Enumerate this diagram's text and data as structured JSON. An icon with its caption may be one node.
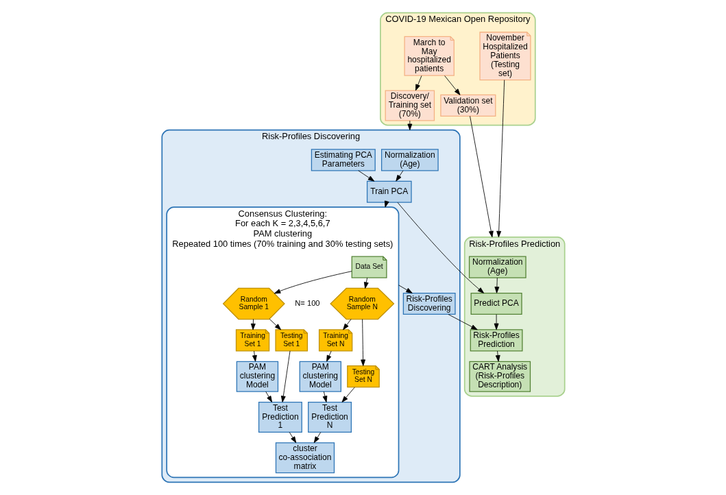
{
  "diagram": {
    "nodes": [
      {
        "text": [
          "COVID-19 Mexican Open Repository"
        ]
      },
      {
        "text": [
          "March to May hospitalized patients"
        ],
        "in": 0
      },
      {
        "text": [
          "Discovery/ Training set (70%)"
        ],
        "in": 0
      },
      {
        "text": [
          "Validation set (30%)"
        ],
        "in": 0
      },
      {
        "text": [
          "November Hospitalized Patients (Testing set)"
        ],
        "in": 0
      },
      {
        "text": [
          "Risk-Profiles Discovering"
        ]
      },
      {
        "text": [
          "Normalization (Age)"
        ],
        "in": 5
      },
      {
        "text": [
          "Estimating PCA Parameters"
        ],
        "in": 5
      },
      {
        "text": [
          "Train PCA"
        ],
        "in": 5
      },
      {
        "text": [
          "Consensus Clustering:",
          "For each K = 2,3,4,5,6,7",
          "PAM clustering",
          "Repeated 100 times (70% training and 30% testing sets)"
        ],
        "in": 5
      },
      {
        "text": [
          "Data Set"
        ],
        "in": 9
      },
      {
        "text": [
          "Random Sample 1"
        ],
        "in": 9
      },
      {
        "text": [
          "Random Sample N"
        ],
        "in": 9
      },
      {
        "text": [
          "Training Set 1"
        ],
        "in": 9
      },
      {
        "text": [
          "Testing Set 1"
        ],
        "in": 9
      },
      {
        "text": [
          "Training Set N"
        ],
        "in": 9
      },
      {
        "text": [
          "Testing Set N"
        ],
        "in": 9
      },
      {
        "text": [
          "PAM clustering Model"
        ],
        "in": 9
      },
      {
        "text": [
          "Test Prediction 1"
        ],
        "in": 9
      },
      {
        "text": [
          "PAM clustering Model"
        ],
        "in": 9
      },
      {
        "text": [
          "Test Prediction N"
        ],
        "in": 9
      },
      {
        "text": [
          "cluster co-association matrix"
        ],
        "in": 9
      },
      {
        "text": [
          "Risk-Profiles Discovering"
        ],
        "in": 5
      },
      {
        "text": [
          "Risk-Profiles Prediction"
        ]
      },
      {
        "text": [
          "Normalization (Age)"
        ],
        "in": 23
      },
      {
        "text": [
          "Predict PCA"
        ],
        "in": 23
      },
      {
        "text": [
          "Risk-Profiles Prediction"
        ],
        "in": 23
      },
      {
        "text": [
          "CART Analysis (Risk-Profiles Description)"
        ],
        "in": 23
      }
    ],
    "edges": [
      {
        "from": 1,
        "to": 2,
        "arrow": "to"
      },
      {
        "from": 1,
        "to": 3,
        "arrow": "to"
      },
      {
        "from": 2,
        "to": 5,
        "arrow": "to"
      },
      {
        "from": 6,
        "to": 8,
        "arrow": "to"
      },
      {
        "from": 7,
        "to": 8,
        "arrow": "to"
      },
      {
        "from": 8,
        "to": 9,
        "arrow": "to"
      },
      {
        "from": 10,
        "to": 11,
        "arrow": "to"
      },
      {
        "from": 10,
        "to": 12,
        "arrow": "to"
      },
      {
        "from": 11,
        "to": 13,
        "arrow": "to"
      },
      {
        "from": 11,
        "to": 14,
        "arrow": "to"
      },
      {
        "from": 12,
        "to": 15,
        "arrow": "to"
      },
      {
        "from": 12,
        "to": 16,
        "arrow": "to"
      },
      {
        "from": 13,
        "to": 17,
        "arrow": "to"
      },
      {
        "from": 14,
        "to": 18,
        "arrow": "to"
      },
      {
        "from": 15,
        "to": 19,
        "arrow": "to"
      },
      {
        "from": 16,
        "to": 20,
        "arrow": "to"
      },
      {
        "from": 17,
        "to": 18,
        "arrow": "to"
      },
      {
        "from": 19,
        "to": 20,
        "arrow": "to"
      },
      {
        "from": 18,
        "to": 21,
        "arrow": "to"
      },
      {
        "from": 20,
        "to": 21,
        "arrow": "to"
      },
      {
        "from": 9,
        "to": 22,
        "arrow": "to"
      },
      {
        "from": 8,
        "to": 25,
        "arrow": "to"
      },
      {
        "from": 3,
        "to": 23,
        "arrow": "to"
      },
      {
        "from": 4,
        "to": 23,
        "arrow": "to"
      },
      {
        "from": 24,
        "to": 25,
        "arrow": "to"
      },
      {
        "from": 25,
        "to": 26,
        "arrow": "to"
      },
      {
        "from": 22,
        "to": 26,
        "arrow": "to"
      },
      {
        "from": 26,
        "to": 27,
        "arrow": "to"
      }
    ],
    "labels": [
      "N= 100"
    ]
  }
}
